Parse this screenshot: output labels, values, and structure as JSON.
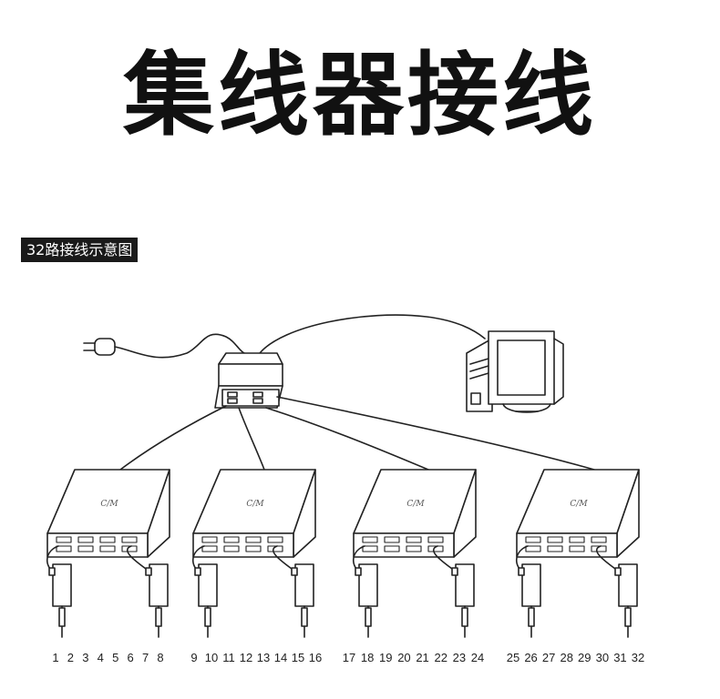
{
  "title": "集线器接线",
  "subtitle": "32路接线示意图",
  "hub_logo": "C/M",
  "port_labels": [
    [
      "1",
      "2",
      "3",
      "4",
      "5",
      "6",
      "7",
      "8"
    ],
    [
      "9",
      "10",
      "11",
      "12",
      "13",
      "14",
      "15",
      "16"
    ],
    [
      "17",
      "18",
      "19",
      "20",
      "21",
      "22",
      "23",
      "24"
    ],
    [
      "25",
      "26",
      "27",
      "28",
      "29",
      "30",
      "31",
      "32"
    ]
  ],
  "colors": {
    "title": "#111111",
    "line": "#222222",
    "tag_bg": "#1a1a1a"
  }
}
